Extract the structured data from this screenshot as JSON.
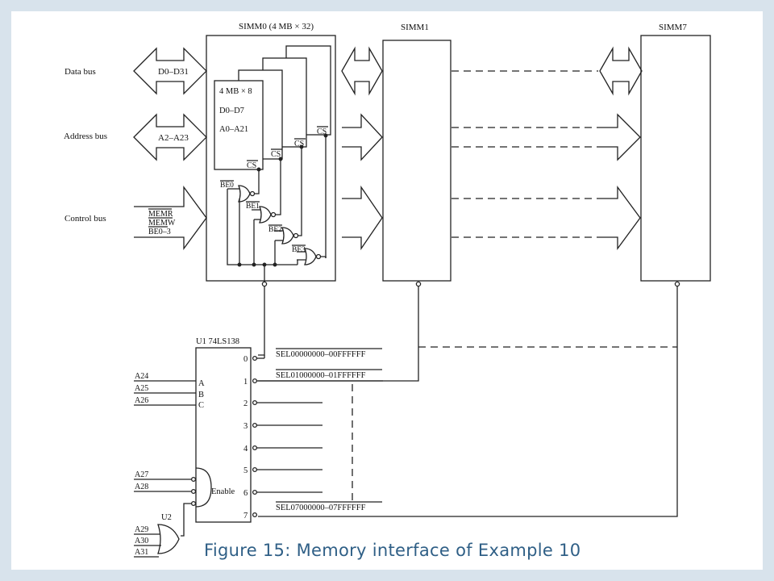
{
  "colors": {
    "frame_border": "#d8e3ec",
    "caption": "#2f5f86",
    "lines": "#222222"
  },
  "caption": "Figure 15: Memory interface of Example 10",
  "buses": {
    "data": {
      "label": "Data bus",
      "signal": "D0–D31"
    },
    "address": {
      "label": "Address bus",
      "signal": "A2–A23"
    },
    "control": {
      "label": "Control bus",
      "signals": [
        "MEMR",
        "MEMW",
        "BE0–3"
      ]
    }
  },
  "simm0": {
    "title": "SIMM0 (4 MB × 32)",
    "chip_lines": [
      "4 MB × 8",
      "D0–D7",
      "A0–A21"
    ],
    "cs": [
      "CS",
      "CS",
      "CS",
      "CS"
    ],
    "byte_enables": [
      "BE0",
      "BE1",
      "BE2",
      "BE3"
    ]
  },
  "simm1": {
    "title": "SIMM1"
  },
  "simm7": {
    "title": "SIMM7"
  },
  "decoder": {
    "title": "U1  74LS138",
    "inputs": [
      "A",
      "B",
      "C"
    ],
    "input_signals": [
      "A24",
      "A25",
      "A26"
    ],
    "enable_label": "Enable",
    "enable_signals": [
      "A27",
      "A28"
    ],
    "outputs": [
      "0",
      "1",
      "2",
      "3",
      "4",
      "5",
      "6",
      "7"
    ],
    "selects": [
      "SEL00000000–00FFFFFF",
      "SEL01000000–01FFFFFF",
      "SEL07000000–07FFFFFF"
    ]
  },
  "gate_u2": {
    "label": "U2",
    "inputs": [
      "A29",
      "A30",
      "A31"
    ]
  }
}
